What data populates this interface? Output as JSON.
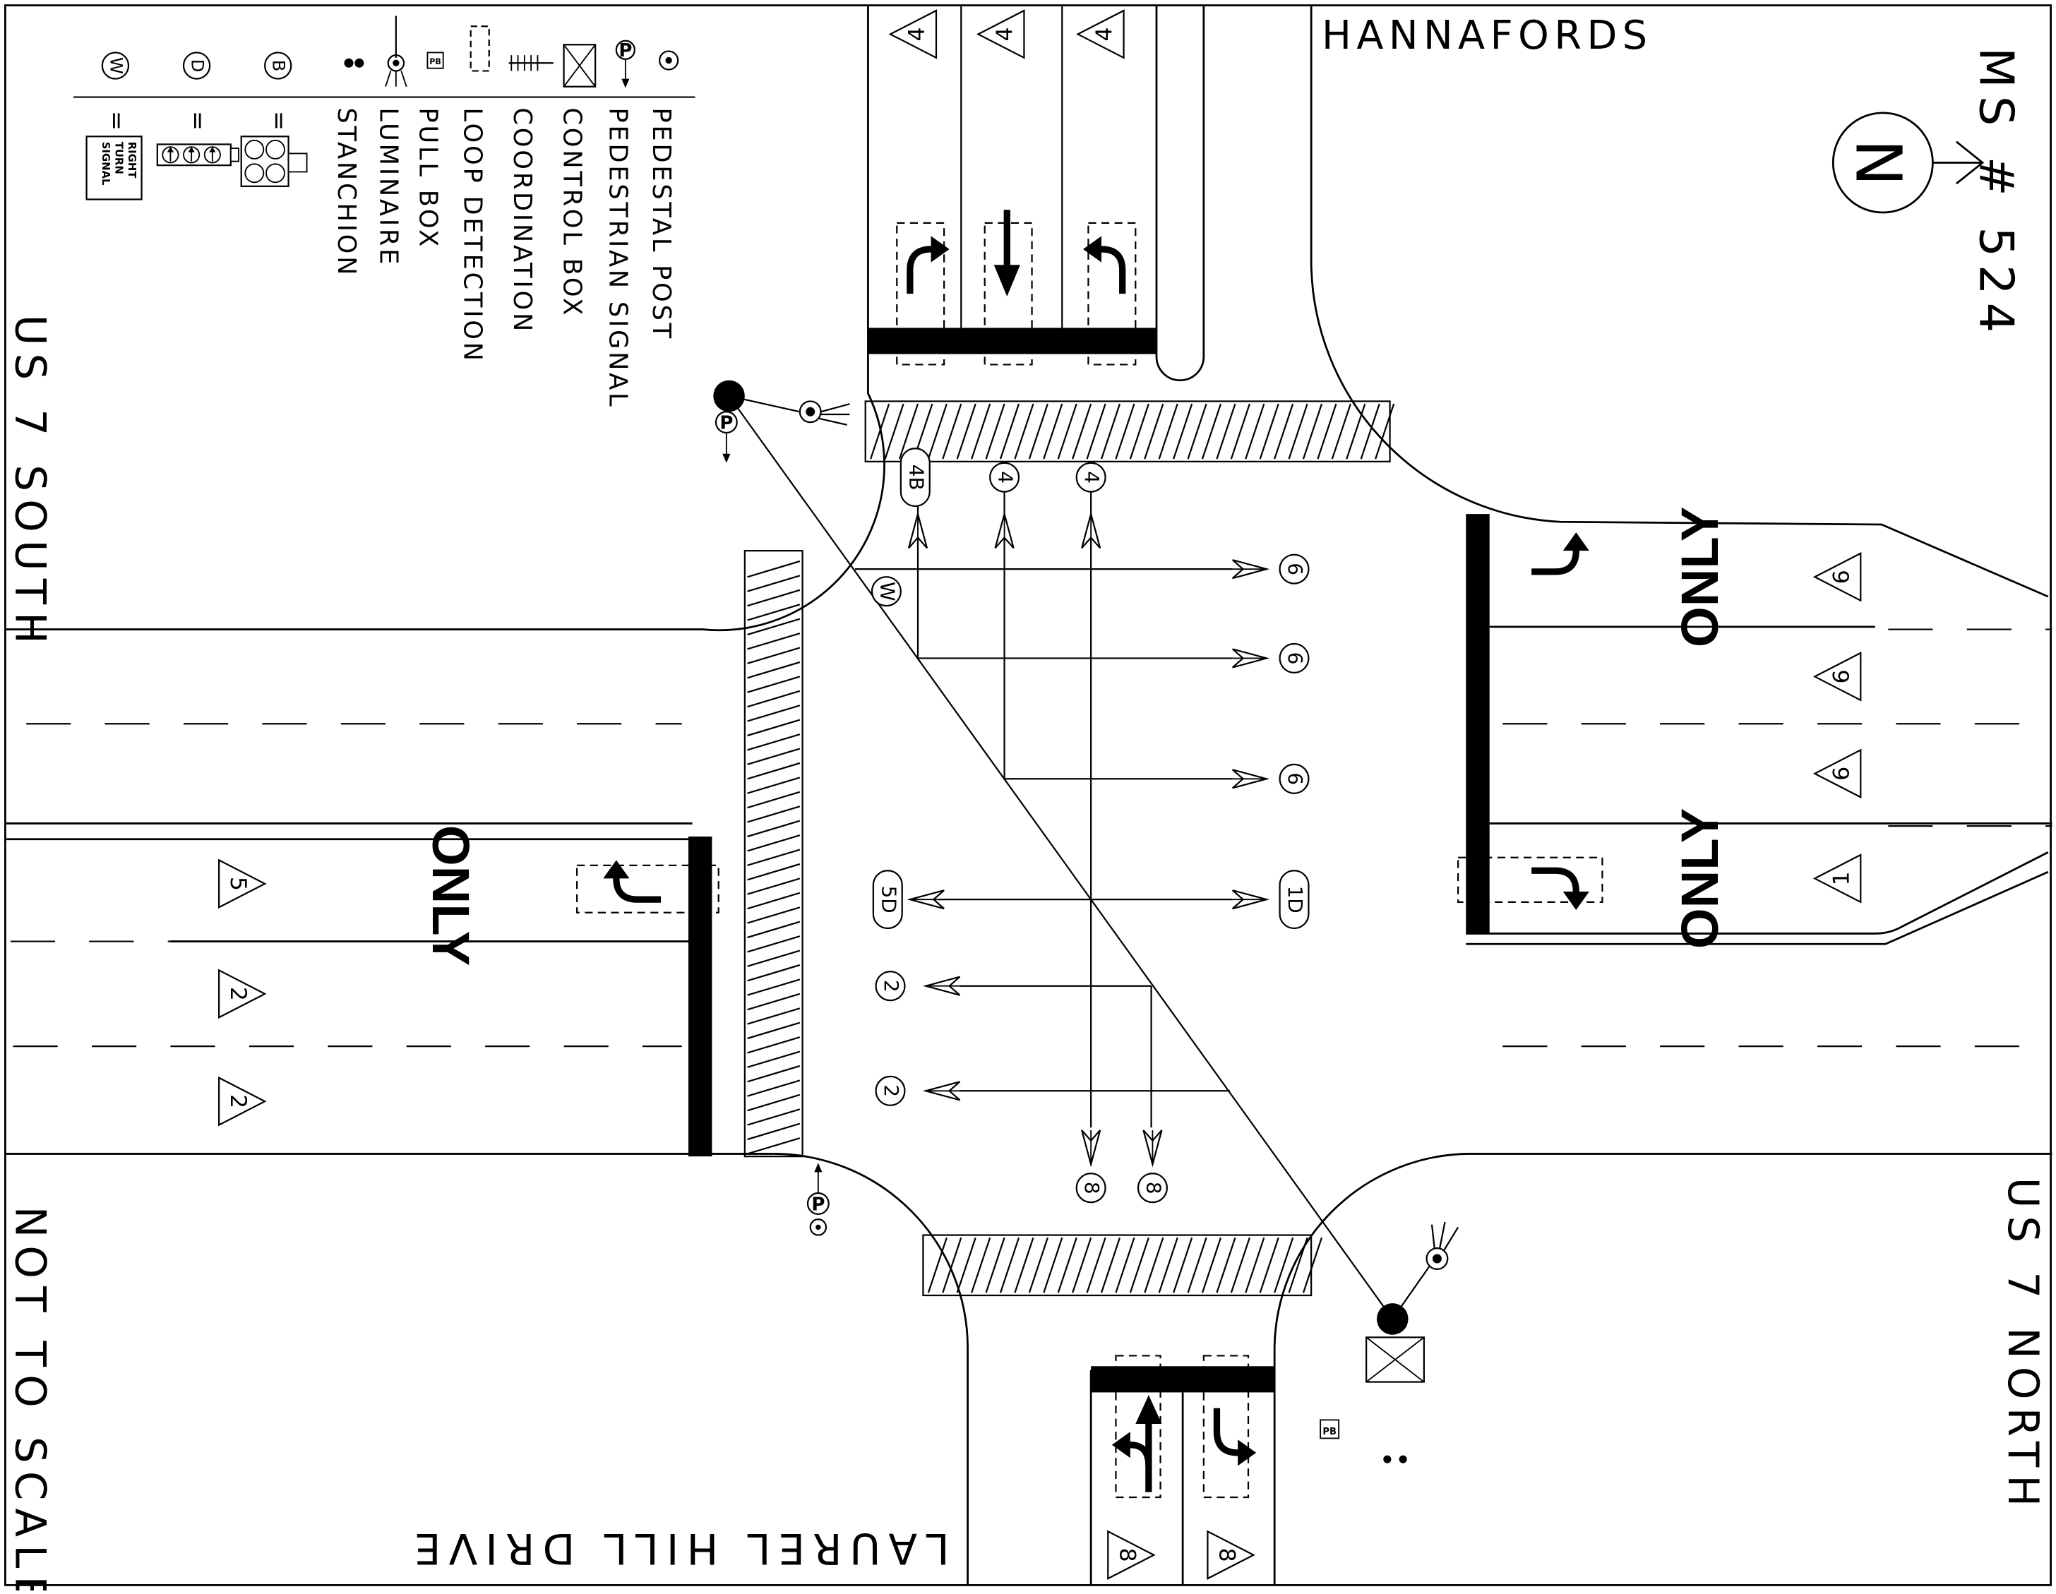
{
  "labels": {
    "top_business": "HANNAFORDS",
    "left_road": "US 7 SOUTH",
    "right_road": "US 7 NORTH",
    "bottom_road": "LAUREL HILL DRIVE",
    "scale_note": "NOT TO SCALE",
    "ms_number": "MS # 524",
    "north_letter": "N",
    "lane_word": "ONLY"
  },
  "legend": {
    "items": [
      {
        "label": "PEDESTAL POST",
        "symbol": "pedestal-post"
      },
      {
        "label": "PEDESTRIAN SIGNAL",
        "symbol": "pedestrian-signal"
      },
      {
        "label": "CONTROL BOX",
        "symbol": "control-box"
      },
      {
        "label": "COORDINATION",
        "symbol": "coordination"
      },
      {
        "label": "LOOP DETECTION",
        "symbol": "loop-detection"
      },
      {
        "label": "PULL BOX",
        "symbol": "pull-box"
      },
      {
        "label": "LUMINAIRE",
        "symbol": "luminaire"
      },
      {
        "label": "STANCHION",
        "symbol": "stanchion"
      }
    ],
    "signal_keys": [
      {
        "letter": "W",
        "equals": "=",
        "desc": "RIGHT TURN SIGNAL",
        "desc_lines": [
          "RIGHT",
          "TURN",
          "SIGNAL"
        ]
      },
      {
        "letter": "D",
        "equals": "=",
        "desc": "3-arrow signal head"
      },
      {
        "letter": "B",
        "equals": "=",
        "desc": "4-section signal head"
      }
    ],
    "pull_box_text": "PB",
    "ped_text": "P"
  },
  "phases": {
    "top_lanes": [
      "4",
      "4",
      "4"
    ],
    "bottom_lanes": [
      "8",
      "8"
    ],
    "left_lanes": [
      "5",
      "2",
      "2"
    ],
    "right_lanes": [
      "6",
      "6",
      "6",
      "1"
    ],
    "head_bubbles_north": [
      "4B",
      "4",
      "4"
    ],
    "head_bubbles_east": [
      "6",
      "6",
      "6",
      "1D"
    ],
    "head_bubbles_west": [
      "5D",
      "2",
      "2"
    ],
    "head_bubbles_south": [
      "8",
      "8"
    ],
    "w_bubble": "W"
  },
  "colors": {
    "ink": "#000000",
    "paper": "#ffffff"
  }
}
